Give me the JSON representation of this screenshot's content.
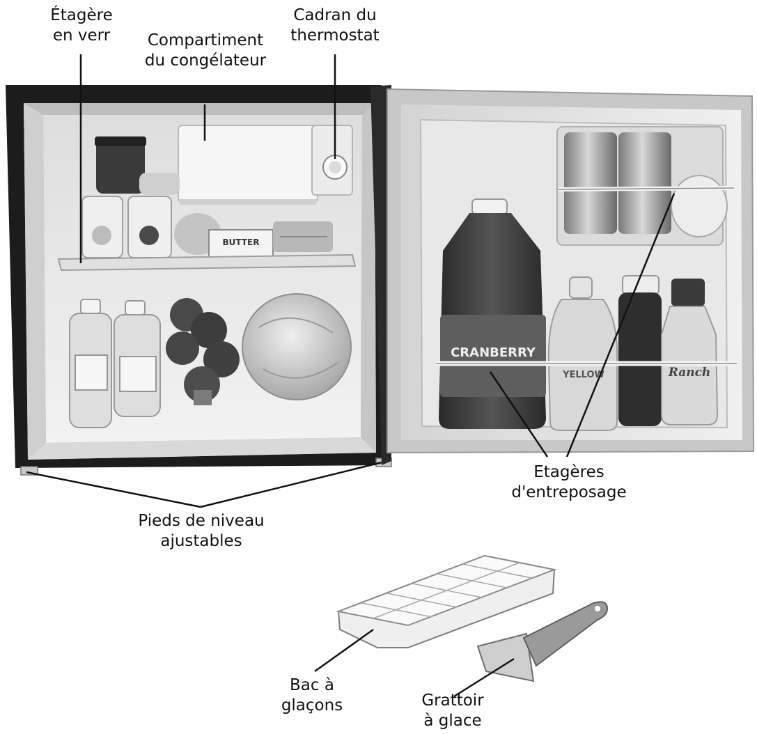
{
  "labels": {
    "glass_shelf": {
      "line1": "Étagère",
      "line2": "en verr"
    },
    "freezer": {
      "line1": "Compartiment",
      "line2": "du congélateur"
    },
    "thermostat": {
      "line1": "Cadran du",
      "line2": "thermostat"
    },
    "storage_shelves": {
      "line1": "Etagères",
      "line2": "d'entreposage"
    },
    "leveling_feet": {
      "line1": "Pieds de niveau",
      "line2": "ajustables"
    },
    "ice_tray": {
      "line1": "Bac à",
      "line2": "glaçons"
    },
    "ice_scraper": {
      "line1": "Grattoir",
      "line2": "à glace"
    }
  },
  "product_text": {
    "butter": "BUTTER",
    "cranberry": "CRANBERRY",
    "mustard": "YELLOW",
    "ranch": "Ranch"
  },
  "colors": {
    "line": "#111111",
    "fridge_body": "#1c1c1c",
    "interior": "#e9e9e9",
    "door_liner": "#e4e4e4"
  }
}
